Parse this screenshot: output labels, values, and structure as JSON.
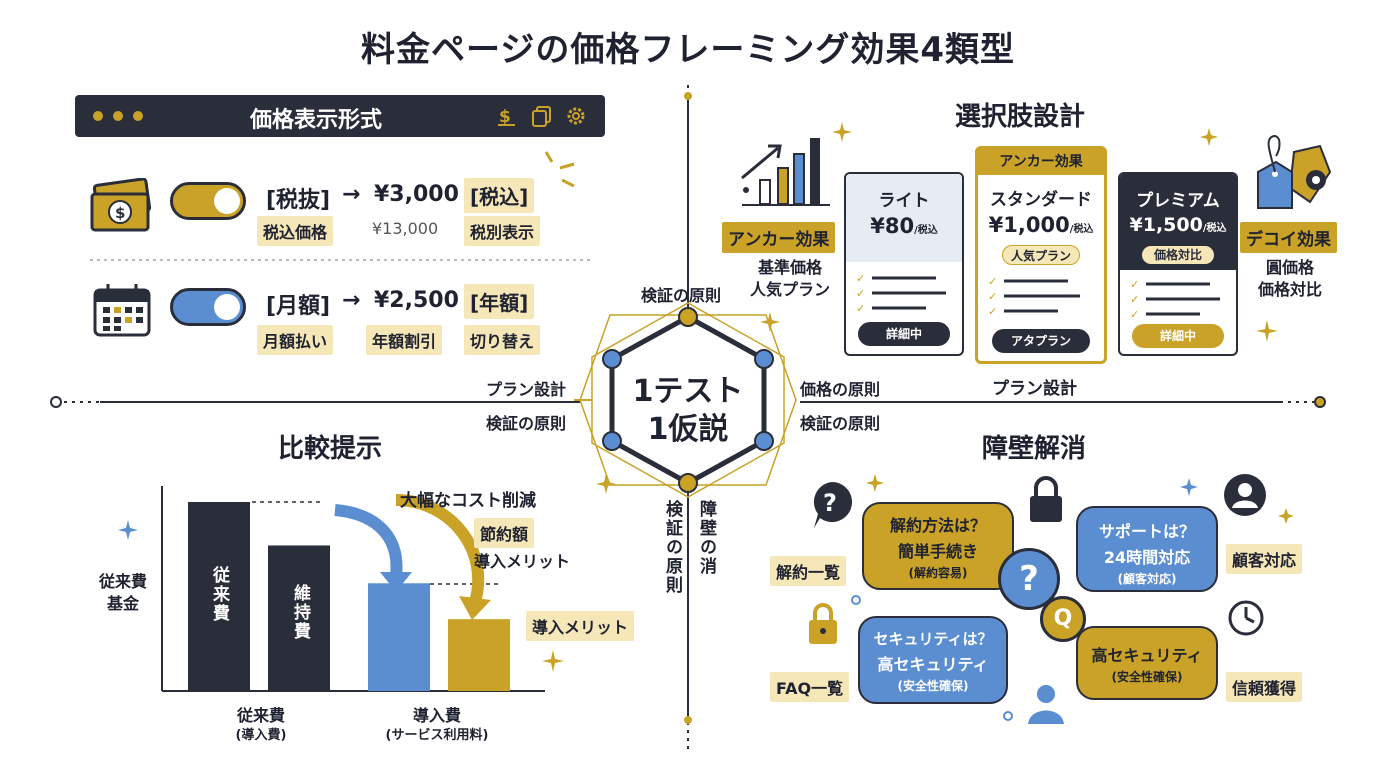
{
  "title": "料金ページの価格フレーミング効果4類型",
  "price_display": {
    "header": "価格表示形式",
    "row1": {
      "left": "[税抜]",
      "arrow": "→",
      "price": "¥3,000",
      "right": "[税込]",
      "sub_left": "税込価格",
      "sub_price": "¥13,000",
      "sub_right": "税別表示"
    },
    "row2": {
      "left": "[月額]",
      "arrow": "→",
      "price": "¥2,500",
      "right": "[年額]",
      "sub_left": "月額払い",
      "sub_price": "年額割引",
      "sub_right": "切り替え"
    }
  },
  "choice": {
    "header": "選択肢設計",
    "anchor_tag": "アンカー効果",
    "anchor_desc1": "基準価格",
    "anchor_desc2": "人気プラン",
    "plans": [
      {
        "name": "ライト",
        "price": "¥80",
        "tax": "/税込",
        "button": "詳細中"
      },
      {
        "banner": "アンカー効果",
        "name": "スタンダード",
        "price": "¥1,000",
        "tax": "/税込",
        "badge": "人気プラン",
        "button": "アタプラン"
      },
      {
        "name": "プレミアム",
        "price": "¥1,500",
        "tax": "/税込",
        "badge": "価格対比",
        "button": "詳細中"
      }
    ],
    "decoy_tag": "デコイ効果",
    "decoy_desc1": "圓価格",
    "decoy_desc2": "価格対比",
    "footer": "プラン設計"
  },
  "center": {
    "line1": "1テスト",
    "line2": "1仮説",
    "top_label": "検証の原則",
    "left_label1": "プラン設計",
    "left_label2": "検証の原則",
    "right_label1": "価格の原則",
    "right_label2": "検証の原則",
    "bottom_left_v": "検証の原則",
    "bottom_right_v": "障壁の消"
  },
  "comparison": {
    "header": "比較提示",
    "ylabel1": "従来費",
    "ylabel2": "基金",
    "callout": "大幅なコスト削減",
    "saving1": "節約額",
    "saving2": "導入メリット",
    "side_tag": "導入メリット",
    "bar1_label": "従来費",
    "bar2_label": "維持費",
    "x1": "従来費",
    "x1_sub": "(導入費)",
    "x2": "導入費",
    "x2_sub": "(サービス利用料)"
  },
  "chart_data": {
    "type": "bar",
    "categories": [
      "従来費",
      "維持費",
      "導入費",
      "導入費"
    ],
    "values": [
      100,
      77,
      57,
      38
    ],
    "series_colors": [
      "#2a2d3a",
      "#2a2d3a",
      "#5b8ed1",
      "#c9a227"
    ],
    "ylim": [
      0,
      110
    ]
  },
  "barrier": {
    "header": "障壁解消",
    "b1_line1": "解約方法は？",
    "b1_line2": "簡単手続き",
    "b1_sub": "(解約容易)",
    "b2_line1": "サポートは？",
    "b2_line2": "24時間対応",
    "b2_sub": "(顧客対応)",
    "b3_line1": "セキュリティは？",
    "b3_line2": "高セキュリティ",
    "b3_sub": "(安全性確保)",
    "b4_line1": "高セキュリティ",
    "b4_sub": "(安全性確保)",
    "tag_cancel": "解約一覧",
    "tag_faq": "FAQ一覧",
    "tag_customer": "顧客対応",
    "tag_trust": "信頼獲得",
    "q_mark": "?",
    "q_letter": "Q"
  },
  "colors": {
    "navy": "#2a2d3a",
    "gold": "#c9a227",
    "blue": "#5b8ed1",
    "cream": "#f6e7b8"
  },
  "icons": [
    "money-icon",
    "calendar-icon",
    "toggle-icon",
    "chart-up-icon",
    "price-tag-icon",
    "question-icon",
    "lock-icon",
    "user-icon",
    "clock-icon",
    "sparkle-icon"
  ]
}
